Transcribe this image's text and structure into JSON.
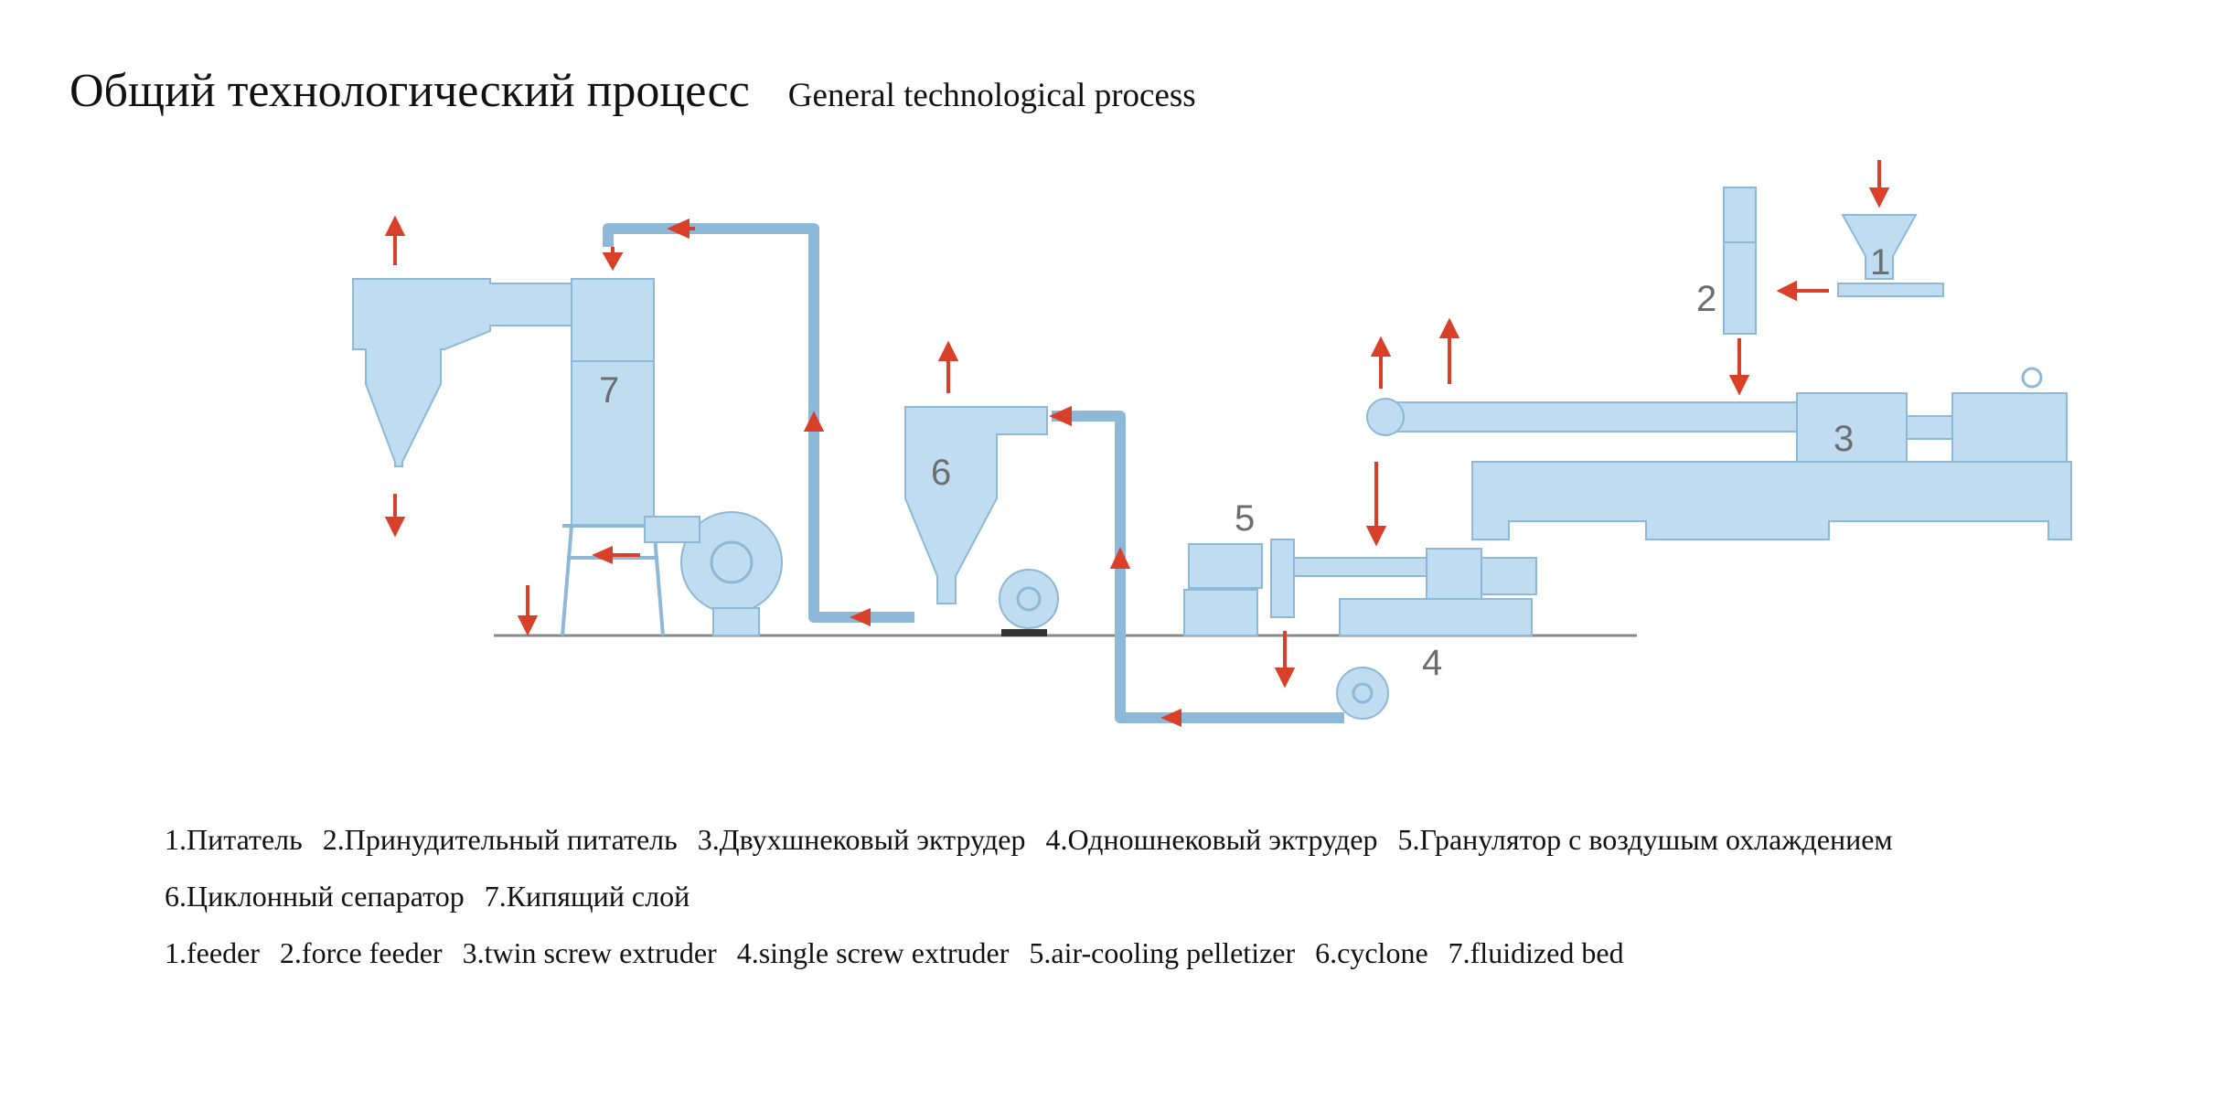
{
  "title": {
    "ru": "Общий технологический процесс",
    "en": "General technological process"
  },
  "diagram": {
    "labels": [
      "1",
      "2",
      "3",
      "4",
      "5",
      "6",
      "7"
    ],
    "colors": {
      "equipment": "#bfdcf0",
      "outline": "#8db8d8",
      "arrow": "#d9402a",
      "ground": "#888888",
      "label": "#6d6d6d"
    }
  },
  "legend": {
    "ru_line1": [
      "1.Питатель",
      "2.Принудительный питатель",
      "3.Двухшнековый эктрудер",
      "4.Одношнековый эктрудер",
      "5.Гранулятор с воздушым охлаждением"
    ],
    "ru_line2": [
      "6.Циклонный сепаратор",
      "7.Кипящий слой"
    ],
    "en_line": [
      "1.feeder",
      "2.force feeder",
      "3.twin screw extruder",
      "4.single screw extruder",
      "5.air-cooling pelletizer",
      "6.cyclone",
      "7.fluidized bed"
    ]
  }
}
